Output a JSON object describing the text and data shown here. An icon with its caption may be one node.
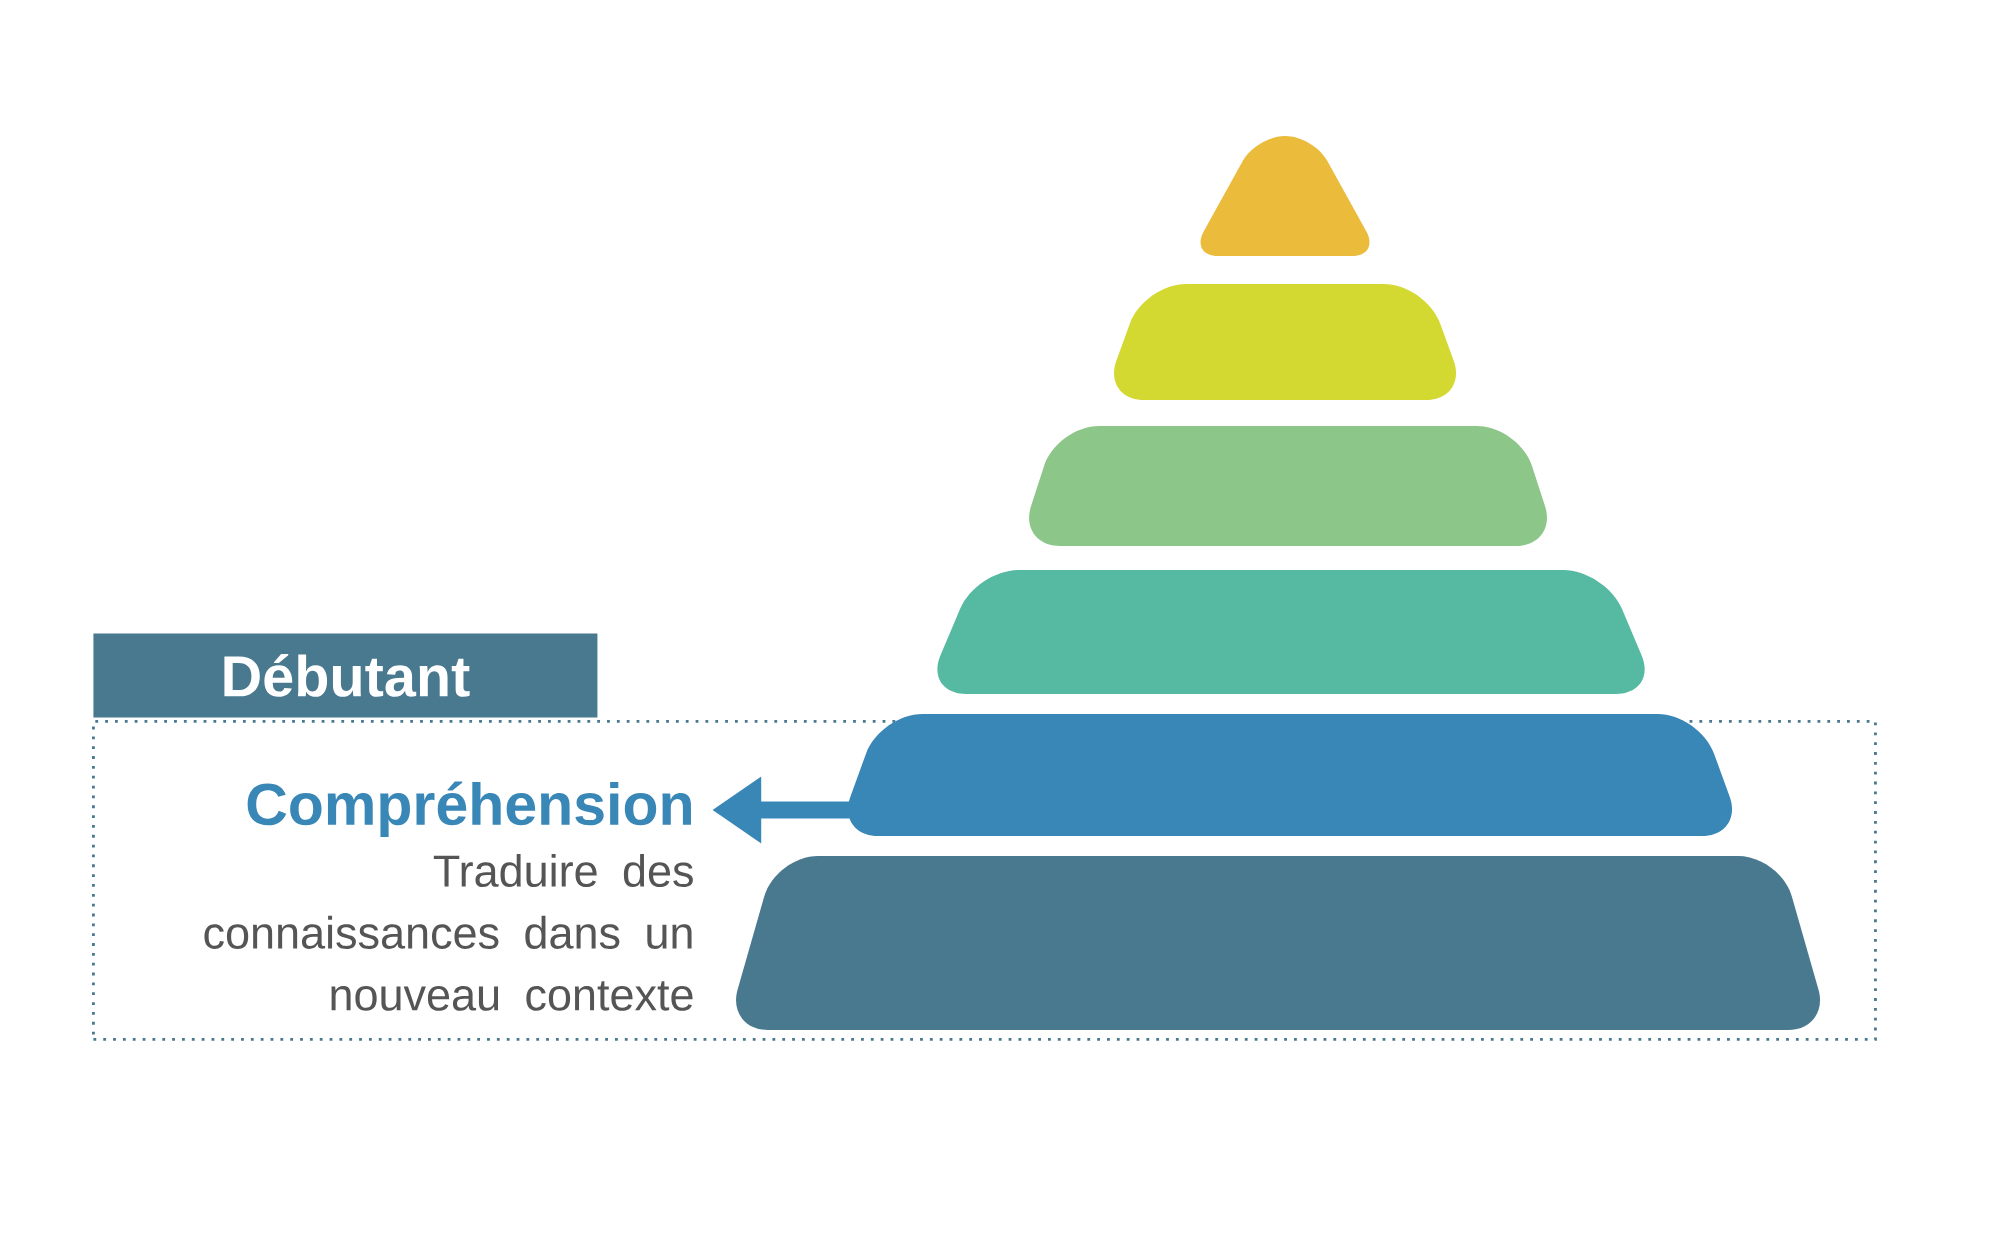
{
  "diagram": {
    "nodes": [
      {
        "text": [
          "Débutant"
        ]
      },
      {
        "text": [
          "Compréhension",
          "Traduire des connaissances dans un nouveau contexte"
        ],
        "in": 0
      },
      {
        "text": [],
        "shape": "trapezoid"
      },
      {
        "text": [],
        "shape": "trapezoid"
      },
      {
        "text": [],
        "shape": "trapezoid"
      },
      {
        "text": [],
        "shape": "trapezoid"
      },
      {
        "text": [],
        "shape": "trapezoid",
        "in": 0
      },
      {
        "text": [],
        "shape": "trapezoid",
        "in": 0
      }
    ],
    "edges": [
      {
        "from": 6,
        "to": 1,
        "arrow": "to"
      }
    ]
  }
}
